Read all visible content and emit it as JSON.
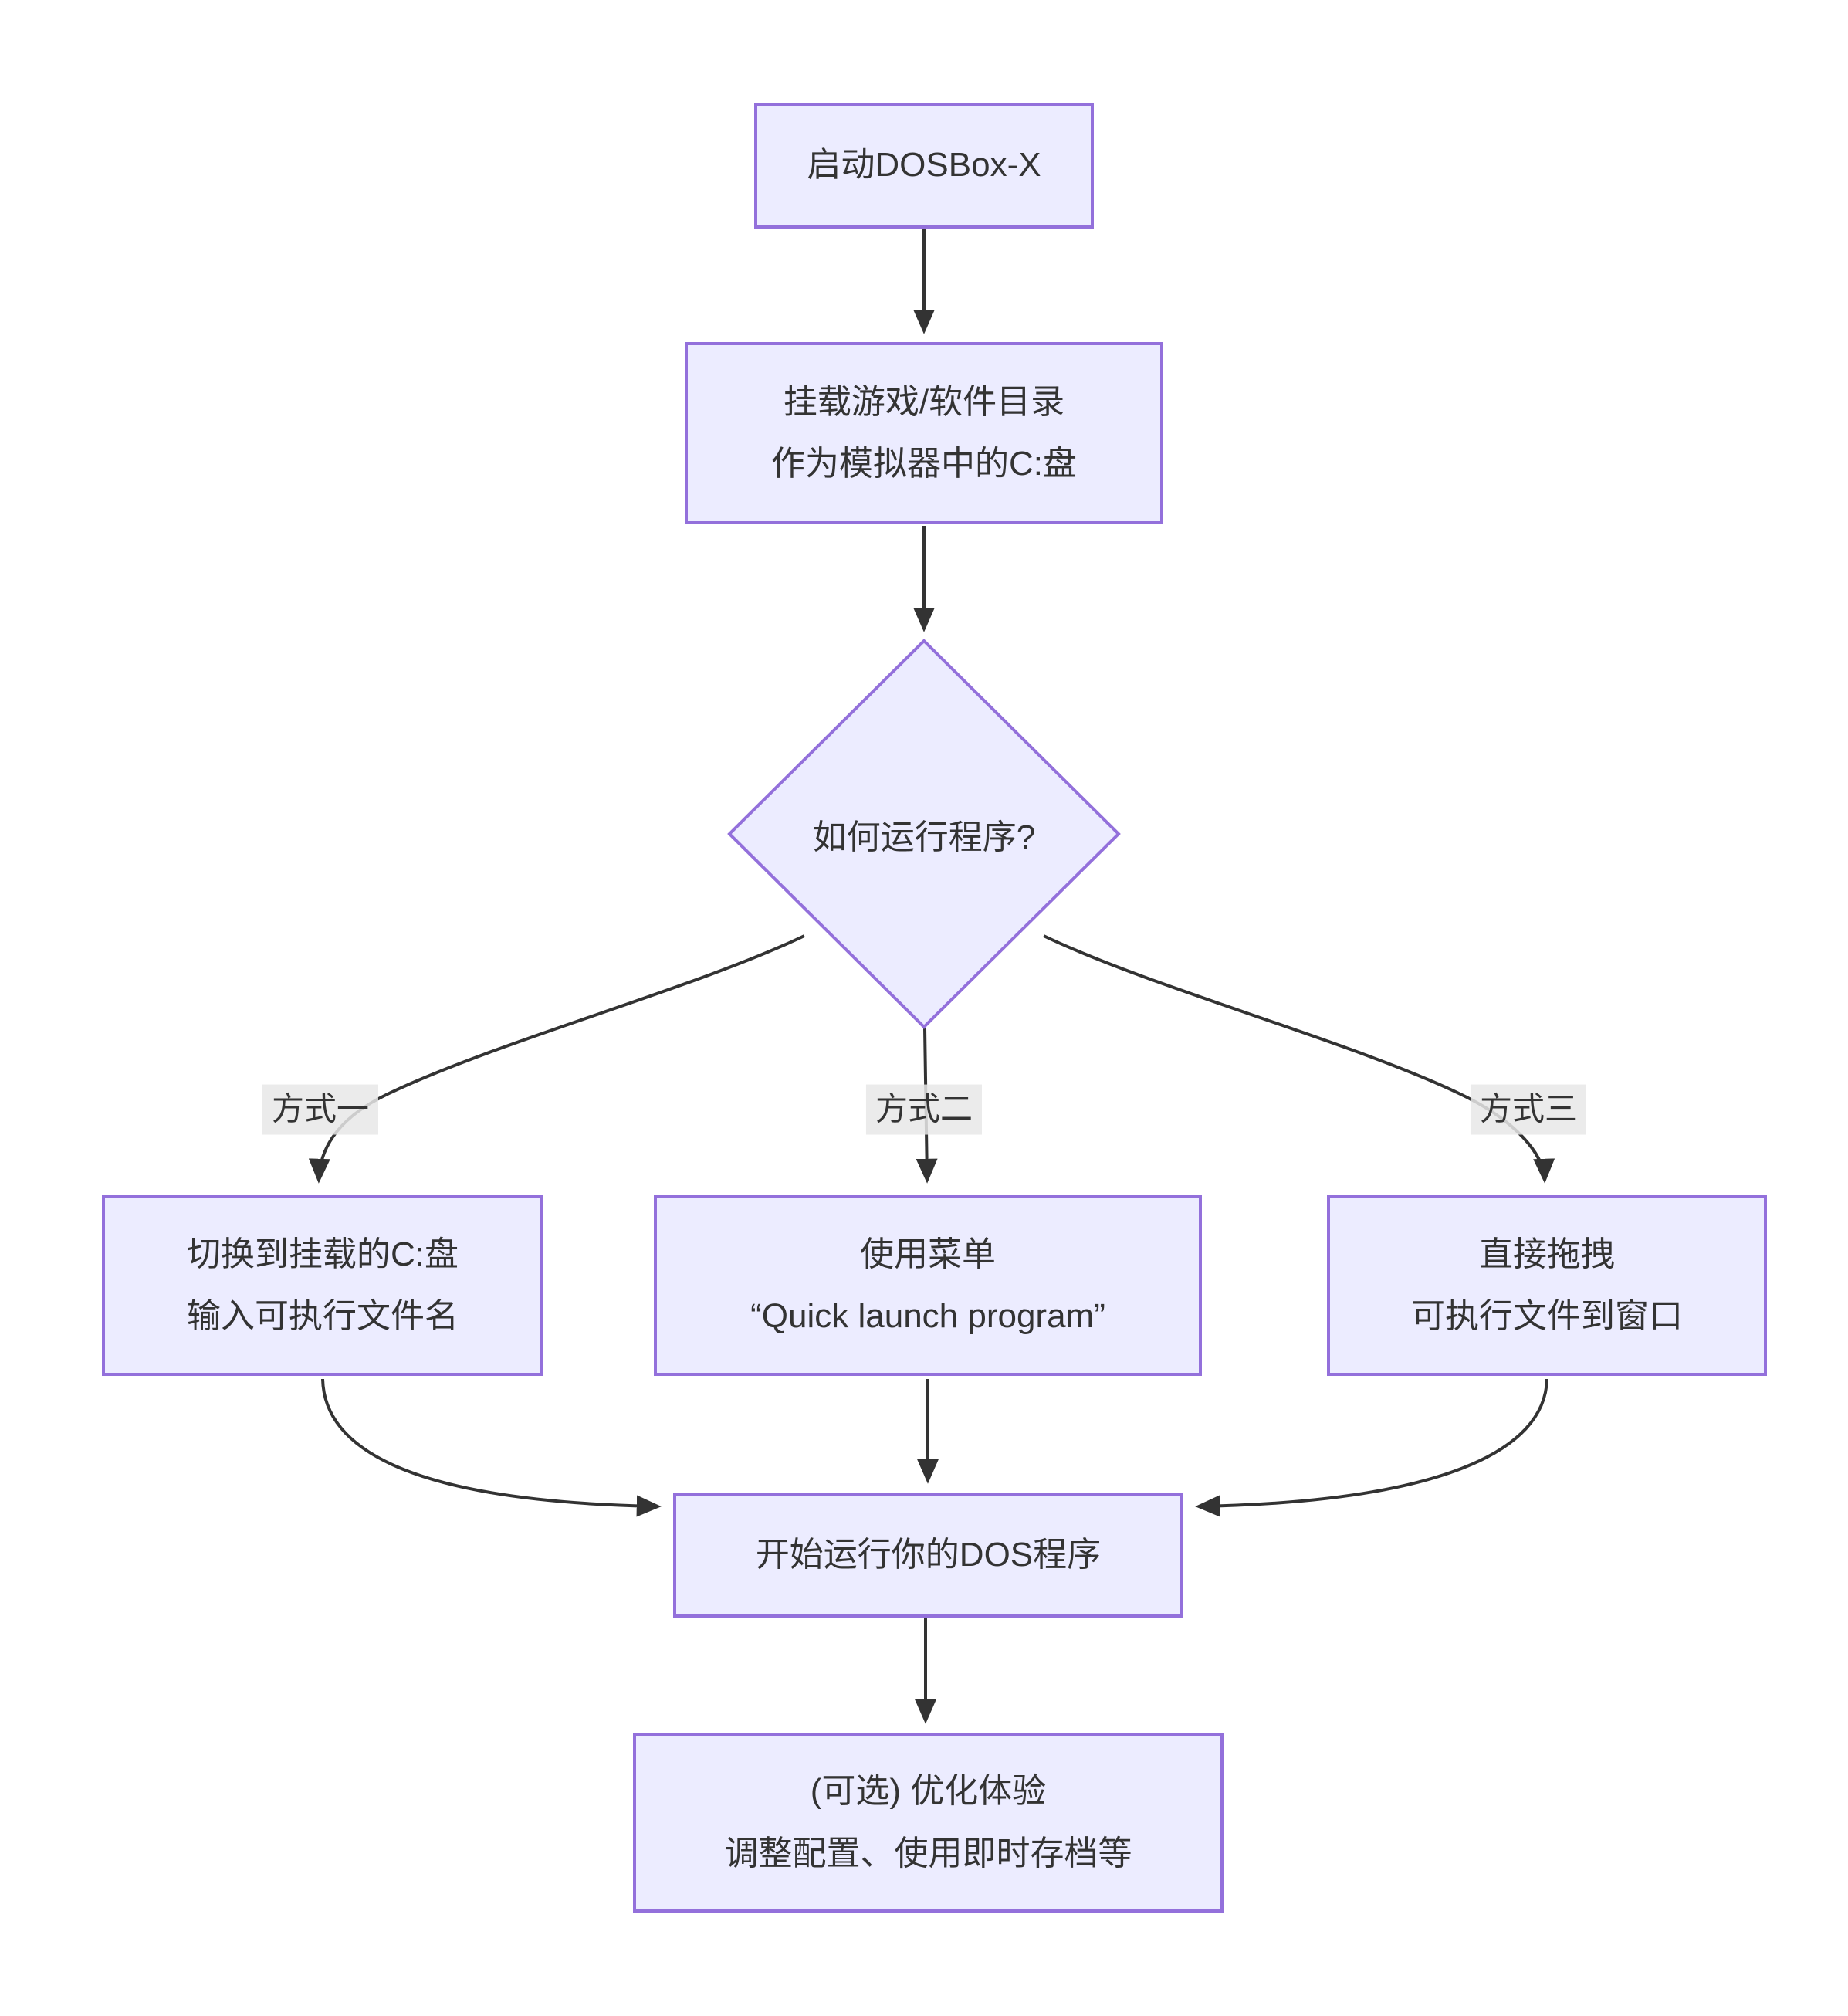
{
  "diagram": {
    "type": "flowchart",
    "colors": {
      "node-fill": "#ECECFF",
      "node-border": "#9370DB",
      "text-color": "#333333",
      "edge-color": "#333333",
      "page-bg": "#ffffff"
    },
    "nodes": {
      "start": {
        "text": "启动DOSBox-X"
      },
      "mount": {
        "line1": "挂载游戏/软件目录",
        "line2": "作为模拟器中的C:盘"
      },
      "decision": {
        "text": "如何运行程序?"
      },
      "method1": {
        "line1": "切换到挂载的C:盘",
        "line2": "输入可执行文件名"
      },
      "method2": {
        "line1": "使用菜单",
        "line2": "“Quick launch program”"
      },
      "method3": {
        "line1": "直接拖拽",
        "line2": "可执行文件到窗口"
      },
      "run": {
        "text": "开始运行你的DOS程序"
      },
      "optimize": {
        "line1": "(可选) 优化体验",
        "line2": "调整配置、使用即时存档等"
      }
    },
    "edge_labels": {
      "way1": "方式一",
      "way2": "方式二",
      "way3": "方式三"
    }
  }
}
